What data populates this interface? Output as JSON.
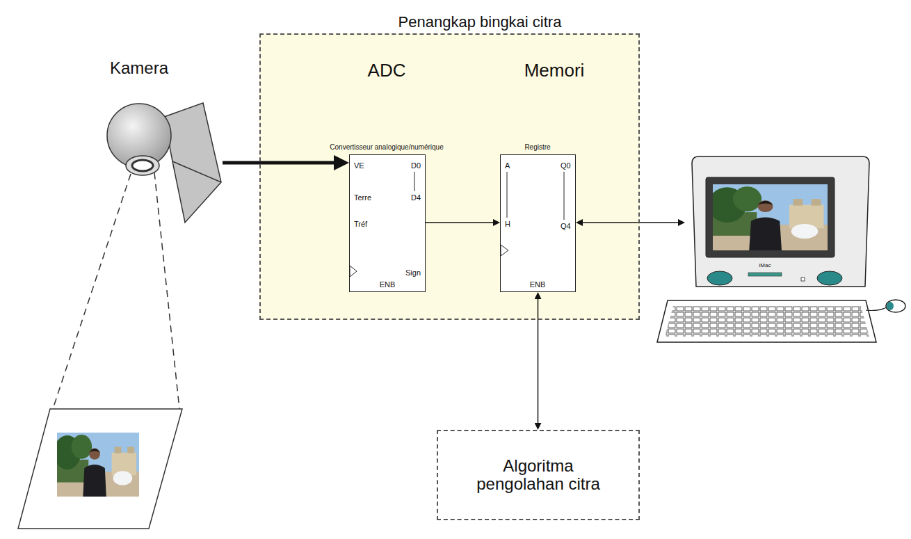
{
  "diagram": {
    "nodes": [
      {
        "text": [
          "Kamera"
        ]
      },
      {
        "text": [
          "Penangkap bingkai citra"
        ]
      },
      {
        "text": [
          "ADC",
          "Convertisseur analogique/numérique",
          "VE",
          "Terre",
          "Tréf",
          "D0",
          "D4",
          "Sign",
          "ENB"
        ],
        "in": 1
      },
      {
        "text": [
          "Memori",
          "Registre",
          "A",
          "H",
          "Q0",
          "Q4",
          "ENB"
        ],
        "in": 1
      },
      {
        "text": [
          "iMac"
        ]
      },
      {
        "text": [
          "Algoritma pengolahan citra"
        ]
      }
    ],
    "edges": [
      {
        "from": 0,
        "to": 2,
        "arrow": "to"
      },
      {
        "from": 2,
        "to": 3,
        "arrow": "to"
      },
      {
        "from": 3,
        "to": 4,
        "arrow": "both"
      },
      {
        "from": 3,
        "to": 5,
        "arrow": "both"
      }
    ]
  }
}
